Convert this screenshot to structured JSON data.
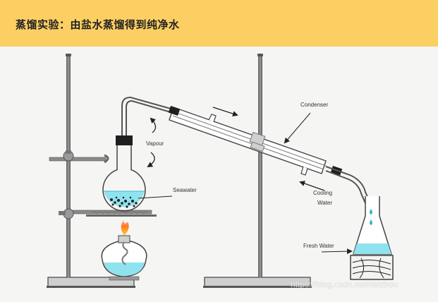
{
  "header": {
    "title": "蒸馏实验：由盐水蒸馏得到纯净水"
  },
  "labels": {
    "condenser": "Condenser",
    "vapour": "Vapour",
    "seawater": "Seawater",
    "cooling_line1": "Cooling",
    "cooling_line2": "Water",
    "fresh_water": "Fresh Water"
  },
  "watermark": "https://blog.csdn.net/rielzhou",
  "colors": {
    "header_bg": "#fccf63",
    "water": "#8fe3ee",
    "metal": "#7b7b7b",
    "flame": "#ff7a1a"
  }
}
